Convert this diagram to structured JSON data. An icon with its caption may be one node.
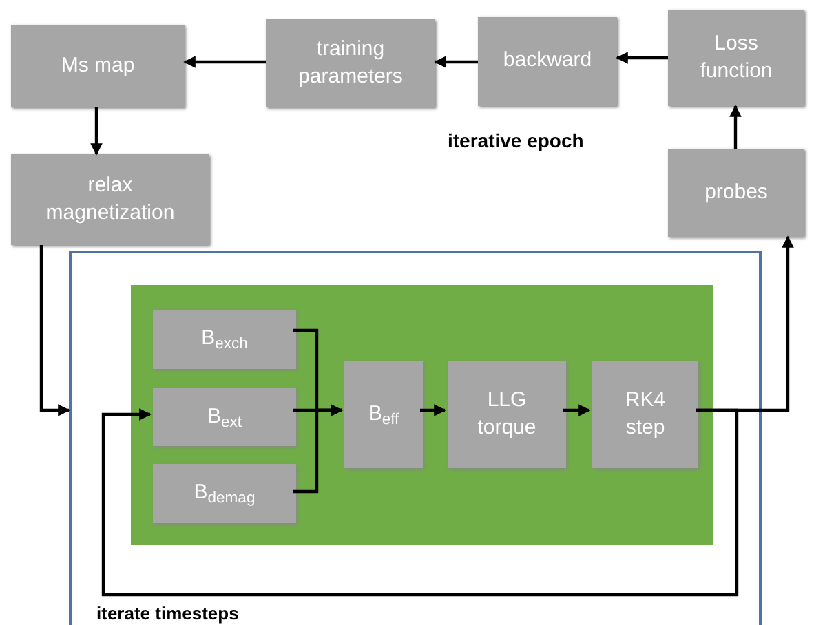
{
  "diagram": {
    "nodes": [
      {
        "text": [
          "Ms map"
        ]
      },
      {
        "text": [
          "training parameters"
        ]
      },
      {
        "text": [
          "backward"
        ]
      },
      {
        "text": [
          "Loss function"
        ]
      },
      {
        "text": [
          "relax magnetization"
        ]
      },
      {
        "text": [
          "probes"
        ]
      },
      {
        "text": [
          "iterate timesteps"
        ]
      },
      {
        "text": [],
        "shape": "box",
        "in": 6
      },
      {
        "text": [
          "B$_{exch}$"
        ],
        "in": 7
      },
      {
        "text": [
          "B$_{ext}$"
        ],
        "in": 7
      },
      {
        "text": [
          "B$_{demag}$"
        ],
        "in": 7
      },
      {
        "text": [
          "B$_{eff}$"
        ],
        "in": 7
      },
      {
        "text": [
          "LLG torque"
        ],
        "in": 7
      },
      {
        "text": [
          "RK4 step"
        ],
        "in": 7
      }
    ],
    "edges": [
      {
        "from": 3,
        "to": 2,
        "arrow": "to"
      },
      {
        "from": 2,
        "to": 1,
        "arrow": "to"
      },
      {
        "from": 1,
        "to": 0,
        "arrow": "to"
      },
      {
        "from": 0,
        "to": 4,
        "arrow": "to"
      },
      {
        "from": 5,
        "to": 3,
        "arrow": "to"
      },
      {
        "from": 4,
        "to": 6,
        "arrow": "to"
      },
      {
        "from": 8,
        "to": 11,
        "arrow": "to"
      },
      {
        "from": 9,
        "to": 11,
        "arrow": "to"
      },
      {
        "from": 10,
        "to": 11,
        "arrow": "to"
      },
      {
        "from": 11,
        "to": 12,
        "arrow": "to"
      },
      {
        "from": 12,
        "to": 13,
        "arrow": "to"
      },
      {
        "from": 13,
        "to": 5,
        "arrow": "to"
      },
      {
        "from": 13,
        "to": 9,
        "arrow": "to"
      }
    ],
    "labels": [
      "iterative epoch"
    ]
  }
}
